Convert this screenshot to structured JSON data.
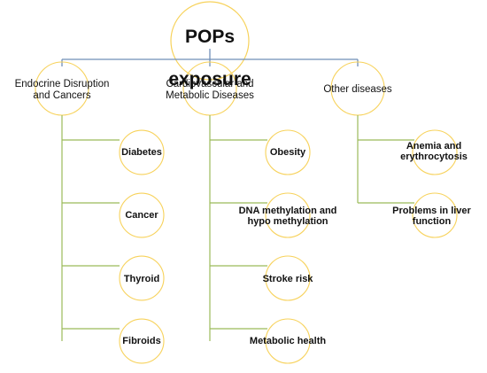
{
  "root": {
    "title_line1": "POPs",
    "title_line2": "exposure"
  },
  "categories": [
    {
      "label": "Endocrine Disruption\nand Cancers",
      "items": [
        "Diabetes",
        "Cancer",
        "Thyroid",
        "Fibroids"
      ]
    },
    {
      "label": "Cardiovascular and\nMetabolic Diseases",
      "items": [
        "Obesity",
        "DNA methylation and\nhypo methylation",
        "Stroke risk",
        "Metabolic health"
      ]
    },
    {
      "label": "Other diseases",
      "items": [
        "Anemia and\nerythrocytosis",
        "Problems in liver\nfunction"
      ]
    }
  ],
  "colors": {
    "root_connector": "#6f8fb8",
    "branch_line": "#9bbb59",
    "node_arc": "#f7d25b",
    "text": "#111111"
  }
}
